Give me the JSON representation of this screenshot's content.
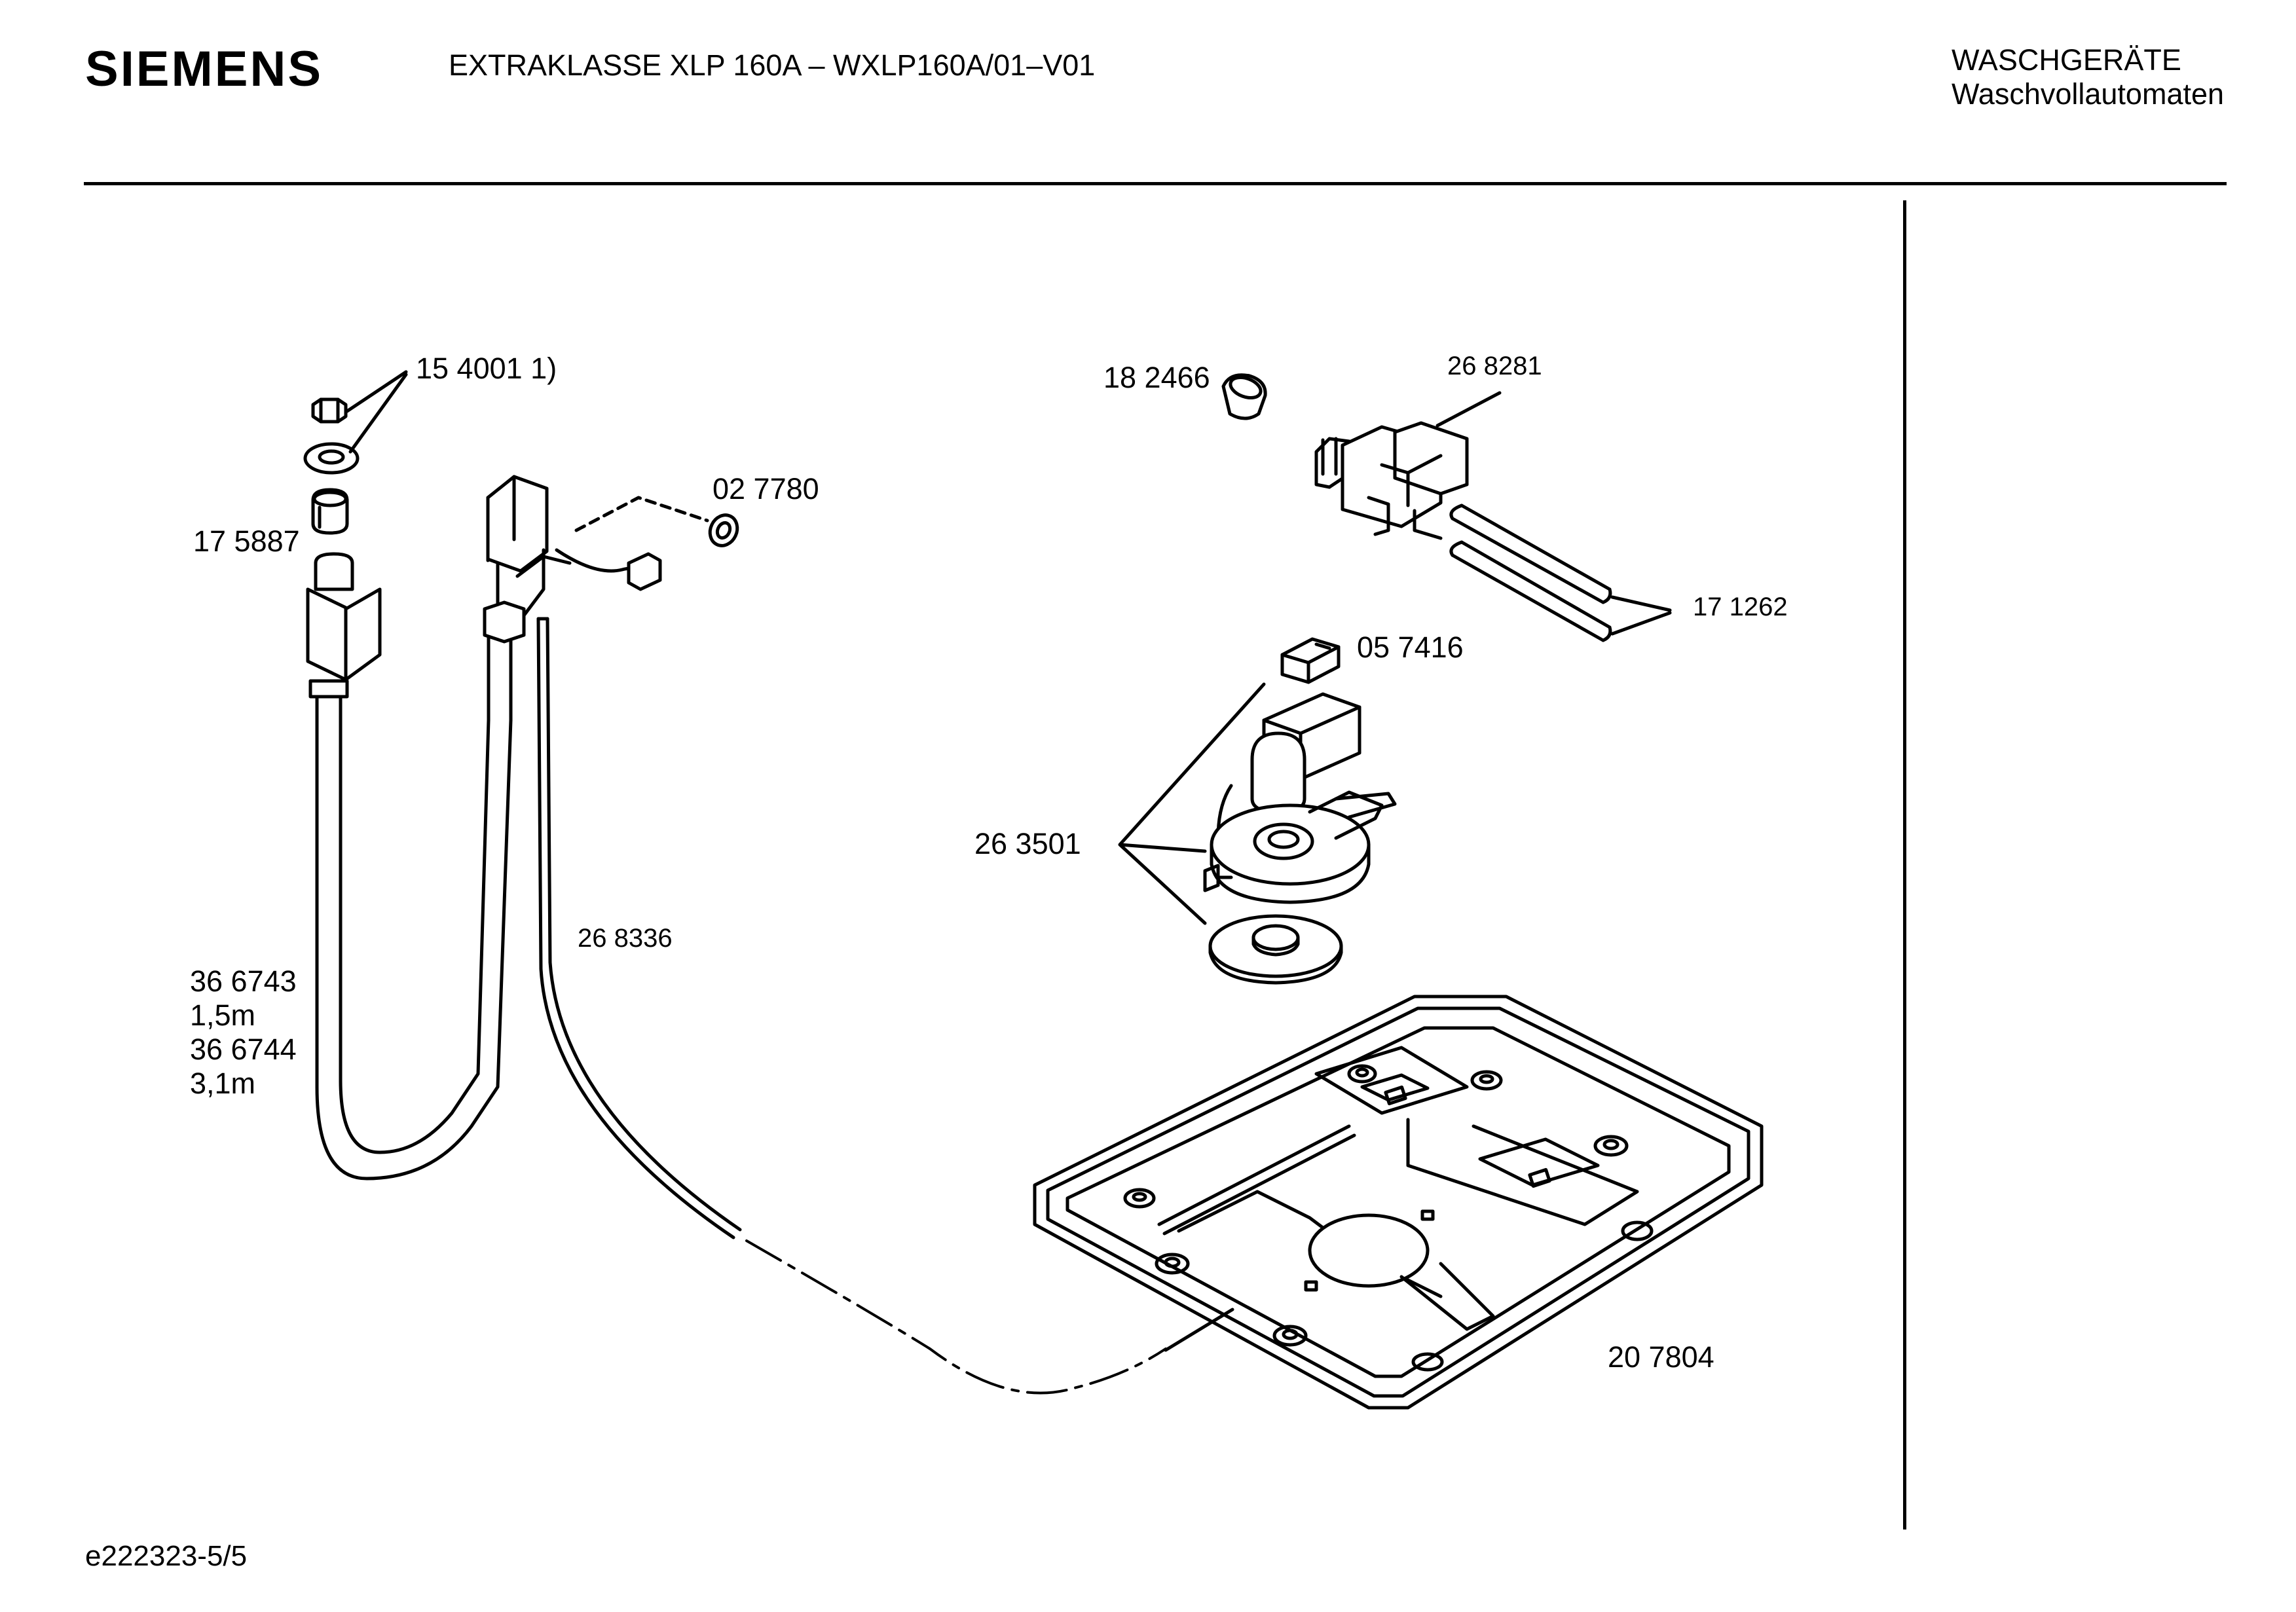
{
  "header": {
    "brand": "SIEMENS",
    "model": "EXTRAKLASSE XLP 160A – WXLP160A/01–V01",
    "category_line1": "WASCHGERÄTE",
    "category_line2": "Waschvollautomaten"
  },
  "parts": {
    "p154001": "15 4001 1)",
    "p027780": "02 7780",
    "p175887": "17 5887",
    "p366743": "36 6743",
    "len1": "1,5m",
    "p366744": "36 6744",
    "len2": "3,1m",
    "p268336": "26 8336",
    "p182466": "18 2466",
    "p268281": "26 8281",
    "p171262": "17 1262",
    "p057416": "05 7416",
    "p263501": "26 3501",
    "p207804": "20 7804"
  },
  "footer": {
    "doc_id": "e222323-5/5"
  }
}
